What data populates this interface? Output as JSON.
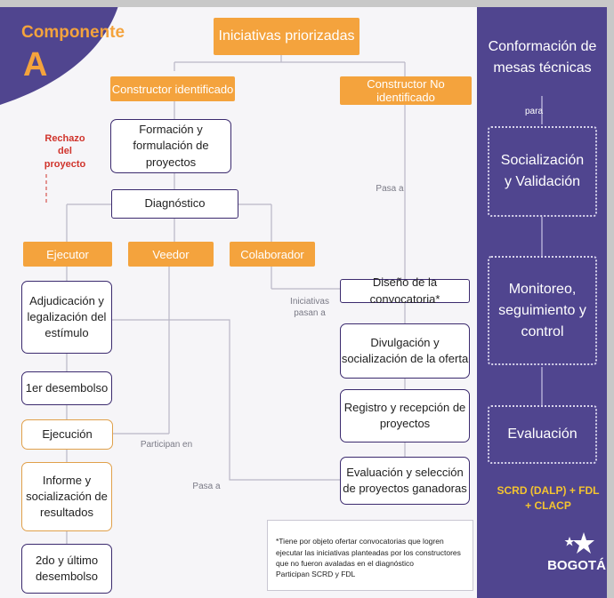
{
  "component": {
    "title": "Componente",
    "letter": "A"
  },
  "top_node": "Iniciativas priorizadas",
  "branches": {
    "left": "Constructor identificado",
    "right": "Constructor No identificado"
  },
  "rejection_label": "Rechazo del proyecto",
  "left_flow": {
    "formation": "Formación y formulación de proyectos",
    "diagnosis": "Diagnóstico",
    "roles": [
      "Ejecutor",
      "Veedor",
      "Colaborador"
    ],
    "steps": [
      "Adjudicación y legalización del estímulo",
      "1er desembolso",
      "Ejecución",
      "Informe y socialización de resultados",
      "2do y último desembolso"
    ]
  },
  "right_flow": {
    "steps": [
      "Diseño de la convocatoria*",
      "Divulgación y socialización de la oferta",
      "Registro y recepción de proyectos",
      "Evaluación y selección de proyectos ganadoras"
    ]
  },
  "connector_labels": {
    "pasa_a_top": "Pasa a",
    "iniciativas_pasan_a": "Iniciativas pasan a",
    "participan_en": "Participan en",
    "pasa_a_bottom": "Pasa a"
  },
  "footnote": "*Tiene por objeto ofertar convocatorias que logren ejecutar las iniciativas planteadas por los constructores que no fueron avaladas en el diagnóstico\nParticipan SCRD y FDL",
  "sidebar": {
    "top": "Conformación de mesas técnicas",
    "para": "para",
    "stages": [
      "Socialización y Validación",
      "Monitoreo, seguimiento y control",
      "Evaluación"
    ],
    "entities": "SCRD (DALP) + FDL + CLACP",
    "logo": "BOGOTÁ"
  },
  "colors": {
    "purple": "#50458f",
    "orange": "#f4a33d",
    "navy_border": "#3b2a6e",
    "rejection": "#d0342c"
  }
}
